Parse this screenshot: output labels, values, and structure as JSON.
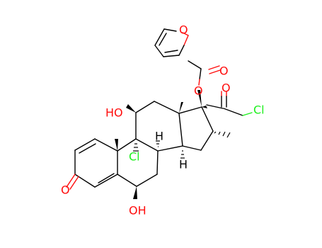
{
  "colors": {
    "carbon": "#000000",
    "oxygen": "#ff0d0d",
    "chlorine": "#1ff01f"
  },
  "labels": {
    "furan_o": "O",
    "ester_o_carbonyl": "O",
    "ester_o_link": "O",
    "ketone_o_side": "O",
    "cl_side": "Cl",
    "ho_11": "HO",
    "h_8": "H",
    "cl_9": "Cl",
    "h_14": "H",
    "ketone_o_3": "O",
    "oh_6": "OH"
  }
}
